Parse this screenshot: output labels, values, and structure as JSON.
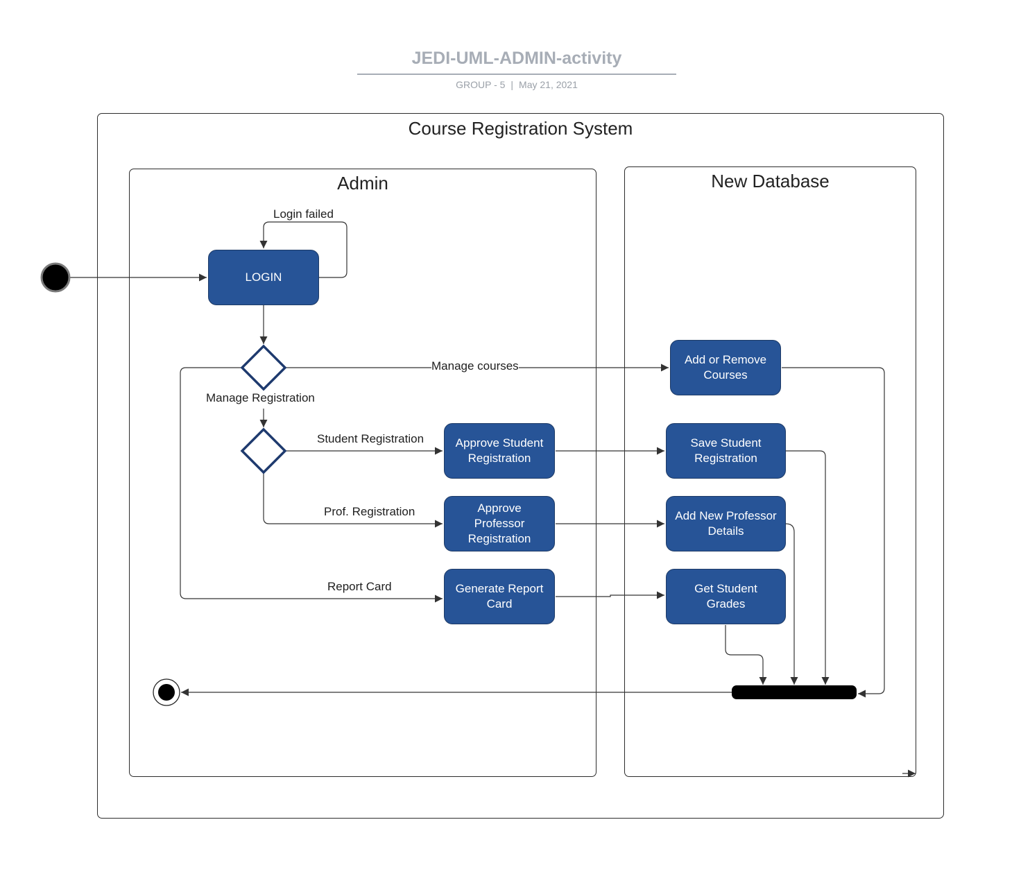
{
  "header": {
    "title": "JEDI-UML-ADMIN-activity",
    "group": "GROUP - 5",
    "separator": "|",
    "date": "May 21, 2021"
  },
  "system": {
    "title": "Course Registration System"
  },
  "lanes": {
    "admin": "Admin",
    "database": "New Database"
  },
  "nodes": {
    "login": "LOGIN",
    "approve_student": "Approve Student Registration",
    "approve_professor": "Approve Professor Registration",
    "generate_report": "Generate Report Card",
    "add_remove_courses": "Add or Remove Courses",
    "save_student": "Save Student Registration",
    "add_professor": "Add New Professor Details",
    "get_grades": "Get Student Grades"
  },
  "edge_labels": {
    "login_failed": "Login failed",
    "manage_courses": "Manage courses",
    "manage_registration": "Manage Registration",
    "student_registration": "Student Registration",
    "prof_registration": "Prof. Registration",
    "report_card": "Report Card"
  },
  "colors": {
    "node_fill": "#275497",
    "node_border": "#1d3a66",
    "decision_stroke": "#1e3a6e",
    "title_gray": "#a7adb6",
    "line": "#333333"
  }
}
